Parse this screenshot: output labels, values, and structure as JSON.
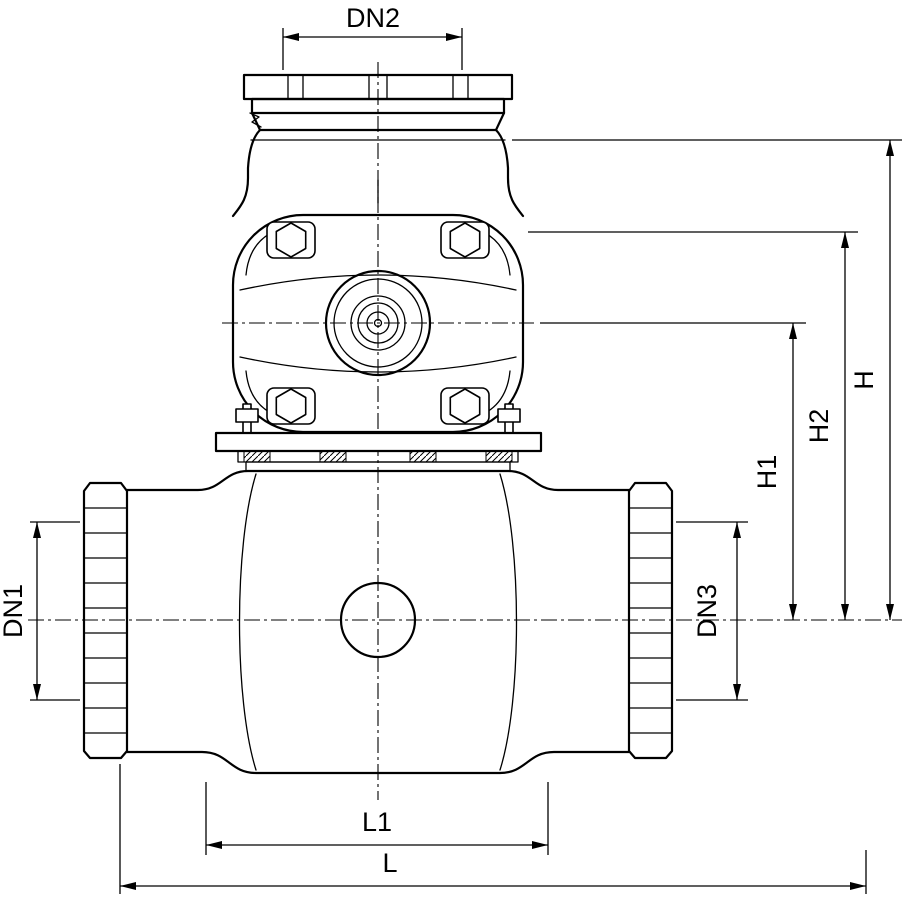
{
  "drawing": {
    "labels": {
      "dn1": "DN1",
      "dn2": "DN2",
      "dn3": "DN3",
      "h": "H",
      "h1": "H1",
      "h2": "H2",
      "l": "L",
      "l1": "L1"
    },
    "colors": {
      "line": "#000000",
      "background": "#ffffff"
    }
  }
}
